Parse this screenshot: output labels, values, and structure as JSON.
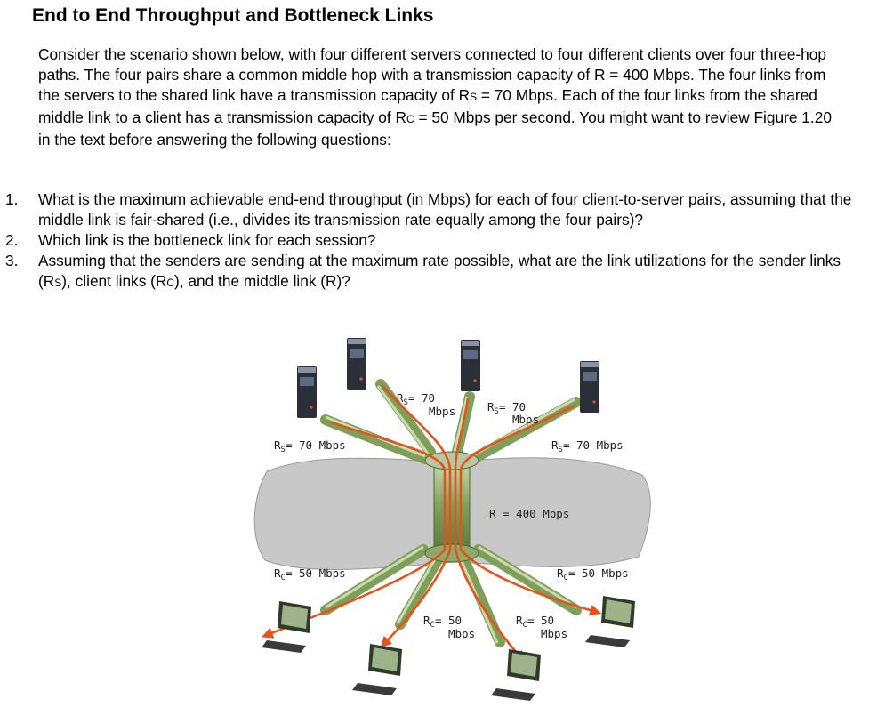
{
  "document": {
    "title": "End to End Throughput and Bottleneck Links",
    "intro": [
      "Consider the scenario shown below, with four different servers connected to four different clients over four three-hop paths. The four pairs share a common middle hop with a transmission capacity of R = 400 Mbps. The four links from the servers to the shared link have a transmission capacity of R",
      "S",
      " = 70 Mbps. Each of the four links from the shared middle link to a client has a transmission capacity of R",
      "C",
      " = 50 Mbps per second. You might want to review Figure 1.20 in the text before answering the following questions:"
    ],
    "questions": [
      {
        "number": "1.",
        "parts": [
          "What is the maximum achievable end-end throughput (in Mbps) for each of four client-to-server pairs, assuming that the middle link is fair-shared (i.e., divides its transmission rate equally among the four pairs)?"
        ]
      },
      {
        "number": "2.",
        "parts": [
          "Which link is the bottleneck link for each session?"
        ]
      },
      {
        "number": "3.",
        "parts": [
          "Assuming that the senders are sending at the maximum rate possible, what are the link utilizations for the sender links (R",
          "S",
          "), client links (R",
          "C",
          "), and the middle link (R)?"
        ]
      }
    ]
  },
  "figure": {
    "labels": {
      "rs_prefix": "R",
      "rs_sub": "S",
      "rc_prefix": "R",
      "rc_sub": "C",
      "rs_value": "= 70 Mbps",
      "rs_value_a": "= 70",
      "rs_unit": "Mbps",
      "rc_value": "= 50 Mbps",
      "rc_value_a": "= 50",
      "rc_unit": "Mbps",
      "middle": "R = 400 Mbps"
    },
    "colors": {
      "cloud": "#c8c8c8",
      "link_green": "#7e9e5a",
      "link_highlight": "#c9dcae",
      "arrow_red": "#e2541c",
      "server_dark": "#2a2f38",
      "monitor": "#2f3b2a"
    }
  }
}
